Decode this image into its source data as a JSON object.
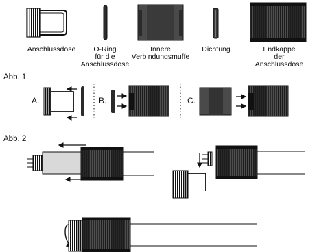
{
  "parts": [
    {
      "label": "Anschlussdose"
    },
    {
      "label": "O-Ring\nfür die\nAnschlussdose"
    },
    {
      "label": "Innere\nVerbindungsmuffe"
    },
    {
      "label": "Dichtung"
    },
    {
      "label": "Endkappe\nder\nAnschlussdose"
    }
  ],
  "figures": {
    "fig1_title": "Abb. 1",
    "fig2_title": "Abb. 2",
    "steps": [
      "A.",
      "B.",
      "C."
    ]
  },
  "colors": {
    "ink": "#111111",
    "dark_fill": "#2b2b2b",
    "mid_fill": "#4a4a4a",
    "light_fill": "#d9d9d9"
  }
}
